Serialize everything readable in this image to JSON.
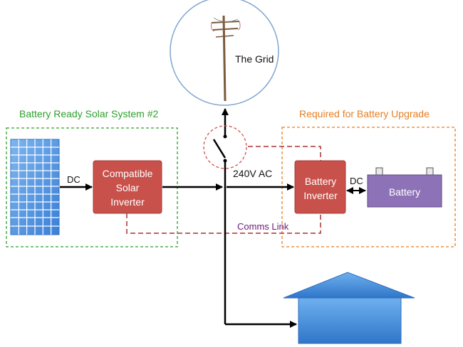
{
  "grid": {
    "label": "The Grid"
  },
  "solar_group": {
    "label": "Battery Ready Solar System #2",
    "color": "#2f9e2f"
  },
  "upgrade_group": {
    "label": "Required for Battery Upgrade",
    "color": "#e67e22"
  },
  "solar_inverter": {
    "lines": [
      "Compatible",
      "Solar",
      "Inverter"
    ],
    "color": "#c9514b"
  },
  "battery_inverter": {
    "lines": [
      "Battery",
      "Inverter"
    ],
    "color": "#c9514b"
  },
  "battery": {
    "label": "Battery",
    "color": "#8e72b8"
  },
  "labels": {
    "dc_solar": "DC",
    "ac_bus": "240V AC",
    "dc_battery": "DC",
    "comms": "Comms Link"
  },
  "colors": {
    "wire": "#000000",
    "comms_line": "#a83232",
    "comms_text": "#6a1b7a",
    "house": "#3e86d6",
    "panel": "#4f8fe0",
    "grid_circle": "#7fa6cf"
  }
}
